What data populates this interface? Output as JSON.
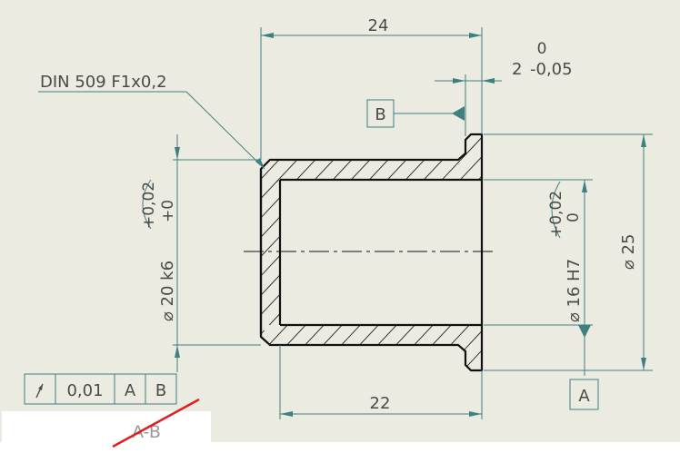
{
  "dimensions": {
    "overall_length": "24",
    "inner_length": "22",
    "flange_thickness_nominal": "2",
    "flange_tol_upper": "0",
    "flange_tol_lower": "-0,05",
    "chamfer_note": "DIN 509 F1x0,2",
    "outer_diameter": "⌀ 20 k6",
    "outer_tol_upper": "+0,02",
    "outer_tol_lower": "+0",
    "inner_diameter": "⌀ 16 H7",
    "inner_tol_upper": "+0,02",
    "inner_tol_lower": "0",
    "flange_diameter": "⌀ 25"
  },
  "datums": {
    "b": "B",
    "a": "A"
  },
  "feature_control_frame": {
    "symbol": "/",
    "tolerance": "0,01",
    "datum_primary": "A",
    "datum_secondary": "B"
  },
  "section_label": "A-B",
  "colors": {
    "background": "#ebebe2",
    "dimension": "#3f7f7f",
    "outline": "#111111",
    "strike": "#e02020"
  }
}
